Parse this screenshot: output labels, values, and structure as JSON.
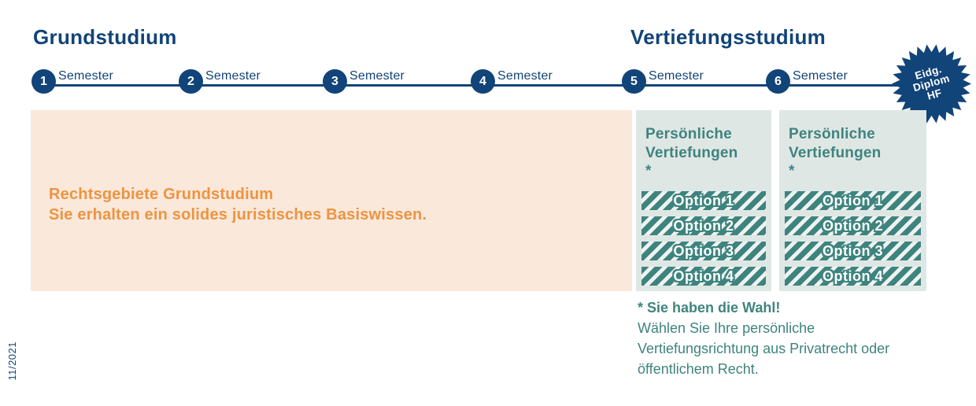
{
  "colors": {
    "navy": "#114478",
    "teal": "#3E847E",
    "orange": "#ED9440",
    "peach_box_bg": "#FAE8DB",
    "gray_box_bg": "#DFE7E5"
  },
  "sections": {
    "grundstudium_title": "Grundstudium",
    "vertiefungsstudium_title": "Vertiefungsstudium"
  },
  "timeline": {
    "semesters": [
      {
        "number": "1",
        "label": "Semester"
      },
      {
        "number": "2",
        "label": "Semester"
      },
      {
        "number": "3",
        "label": "Semester"
      },
      {
        "number": "4",
        "label": "Semester"
      },
      {
        "number": "5",
        "label": "Semester"
      },
      {
        "number": "6",
        "label": "Semester"
      }
    ],
    "badge": {
      "lines": [
        "Eidg.",
        "Diplom",
        "HF"
      ]
    }
  },
  "grund_box": {
    "line1": "Rechtsgebiete Grundstudium",
    "line2": "Sie erhalten ein solides juristisches Basiswissen."
  },
  "vertiefung_boxes": [
    {
      "title": "Persönliche Vertiefungen",
      "asterisk": "*",
      "options": [
        "Option 1",
        "Option 2",
        "Option 3",
        "Option 4"
      ]
    },
    {
      "title": "Persönliche Vertiefungen",
      "asterisk": "*",
      "options": [
        "Option 1",
        "Option 2",
        "Option 3",
        "Option 4"
      ]
    }
  ],
  "footnote": {
    "bold": "* Sie haben die Wahl!",
    "text": "Wählen Sie Ihre persönliche Vertiefungsrichtung aus Privatrecht oder öffentlichem Recht."
  },
  "meta": {
    "date_label": "11/2021"
  }
}
